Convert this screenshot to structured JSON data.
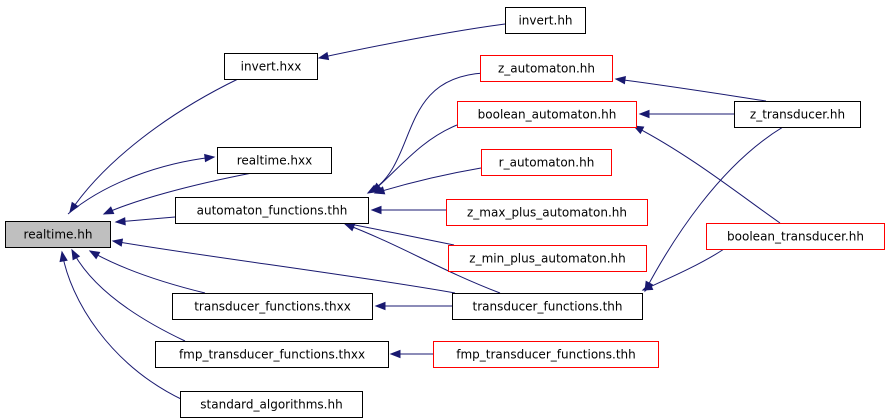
{
  "colors": {
    "edge": "#191970",
    "node_border": "#000000",
    "external_border": "#ff0000",
    "focus_fill": "#bfbfbf",
    "background": "#ffffff"
  },
  "nodes": [
    {
      "id": "realtime_hh",
      "label": "realtime.hh",
      "style": "focus"
    },
    {
      "id": "invert_hxx",
      "label": "invert.hxx",
      "style": "normal"
    },
    {
      "id": "invert_hh",
      "label": "invert.hh",
      "style": "normal"
    },
    {
      "id": "realtime_hxx",
      "label": "realtime.hxx",
      "style": "normal"
    },
    {
      "id": "automaton_functions_thh",
      "label": "automaton_functions.thh",
      "style": "normal"
    },
    {
      "id": "z_automaton_hh",
      "label": "z_automaton.hh",
      "style": "red"
    },
    {
      "id": "boolean_automaton_hh",
      "label": "boolean_automaton.hh",
      "style": "red"
    },
    {
      "id": "r_automaton_hh",
      "label": "r_automaton.hh",
      "style": "red"
    },
    {
      "id": "z_max_plus_automaton_hh",
      "label": "z_max_plus_automaton.hh",
      "style": "red"
    },
    {
      "id": "z_min_plus_automaton_hh",
      "label": "z_min_plus_automaton.hh",
      "style": "red"
    },
    {
      "id": "z_transducer_hh",
      "label": "z_transducer.hh",
      "style": "normal"
    },
    {
      "id": "boolean_transducer_hh",
      "label": "boolean_transducer.hh",
      "style": "red"
    },
    {
      "id": "transducer_functions_thxx",
      "label": "transducer_functions.thxx",
      "style": "normal"
    },
    {
      "id": "transducer_functions_thh",
      "label": "transducer_functions.thh",
      "style": "normal"
    },
    {
      "id": "fmp_transducer_functions_thxx",
      "label": "fmp_transducer_functions.thxx",
      "style": "normal"
    },
    {
      "id": "fmp_transducer_functions_thh",
      "label": "fmp_transducer_functions.thh",
      "style": "red"
    },
    {
      "id": "standard_algorithms_hh",
      "label": "standard_algorithms.hh",
      "style": "normal"
    }
  ],
  "edges": [
    {
      "from": "invert_hh",
      "to": "invert_hxx"
    },
    {
      "from": "invert_hxx",
      "to": "realtime_hh"
    },
    {
      "from": "realtime_hh",
      "to": "realtime_hxx"
    },
    {
      "from": "realtime_hxx",
      "to": "realtime_hh"
    },
    {
      "from": "automaton_functions_thh",
      "to": "realtime_hh"
    },
    {
      "from": "z_automaton_hh",
      "to": "automaton_functions_thh"
    },
    {
      "from": "boolean_automaton_hh",
      "to": "automaton_functions_thh"
    },
    {
      "from": "r_automaton_hh",
      "to": "automaton_functions_thh"
    },
    {
      "from": "z_max_plus_automaton_hh",
      "to": "automaton_functions_thh"
    },
    {
      "from": "z_min_plus_automaton_hh",
      "to": "automaton_functions_thh"
    },
    {
      "from": "transducer_functions_thh",
      "to": "realtime_hh"
    },
    {
      "from": "transducer_functions_thxx",
      "to": "realtime_hh"
    },
    {
      "from": "fmp_transducer_functions_thxx",
      "to": "realtime_hh"
    },
    {
      "from": "standard_algorithms_hh",
      "to": "realtime_hh"
    },
    {
      "from": "transducer_functions_thh",
      "to": "transducer_functions_thxx"
    },
    {
      "from": "fmp_transducer_functions_thh",
      "to": "fmp_transducer_functions_thxx"
    },
    {
      "from": "z_transducer_hh",
      "to": "z_automaton_hh"
    },
    {
      "from": "z_transducer_hh",
      "to": "boolean_automaton_hh"
    },
    {
      "from": "boolean_transducer_hh",
      "to": "boolean_automaton_hh"
    },
    {
      "from": "z_transducer_hh",
      "to": "transducer_functions_thh"
    },
    {
      "from": "boolean_transducer_hh",
      "to": "transducer_functions_thh"
    },
    {
      "from": "transducer_functions_thh",
      "to": "automaton_functions_thh"
    }
  ]
}
